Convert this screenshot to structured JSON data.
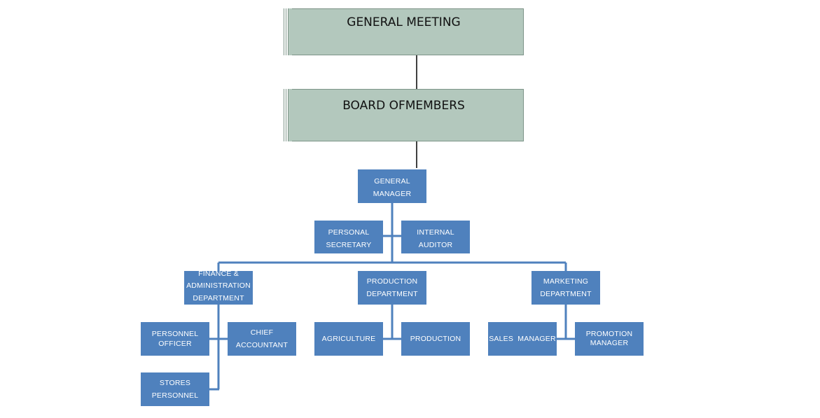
{
  "top": {
    "general_meeting": "GENERAL MEETING",
    "board": "BOARD OFMEMBERS"
  },
  "general_manager": [
    "GENERAL",
    "MANAGER"
  ],
  "staff": {
    "personal_secretary": [
      "PERSONAL",
      "SECRETARY"
    ],
    "internal_auditor": [
      "INTERNAL",
      "AUDITOR"
    ]
  },
  "departments": {
    "finance": [
      "FINANCE &",
      "ADMINISTRATION",
      "DEPARTMENT"
    ],
    "production": [
      "PRODUCTION",
      "DEPARTMENT"
    ],
    "marketing": [
      "MARKETING",
      "DEPARTMENT"
    ]
  },
  "finance_units": {
    "personnel_officer": [
      "PERSONNEL",
      "OFFICER"
    ],
    "chief_accountant": [
      "CHIEF",
      "ACCOUNTANT"
    ],
    "stores_personnel": [
      "STORES",
      "PERSONNEL"
    ]
  },
  "production_units": {
    "agriculture": "AGRICULTURE",
    "production": "PRODUCTION"
  },
  "marketing_units": {
    "sales_manager": "SALES  MANAGER",
    "promotion_manager": [
      "PROMOTION",
      "MANAGER"
    ]
  },
  "colors": {
    "box_blue": "#4f81bd",
    "box_green": "#b3c8bd",
    "connector_blue": "#4f81bd",
    "connector_black": "#000000"
  }
}
